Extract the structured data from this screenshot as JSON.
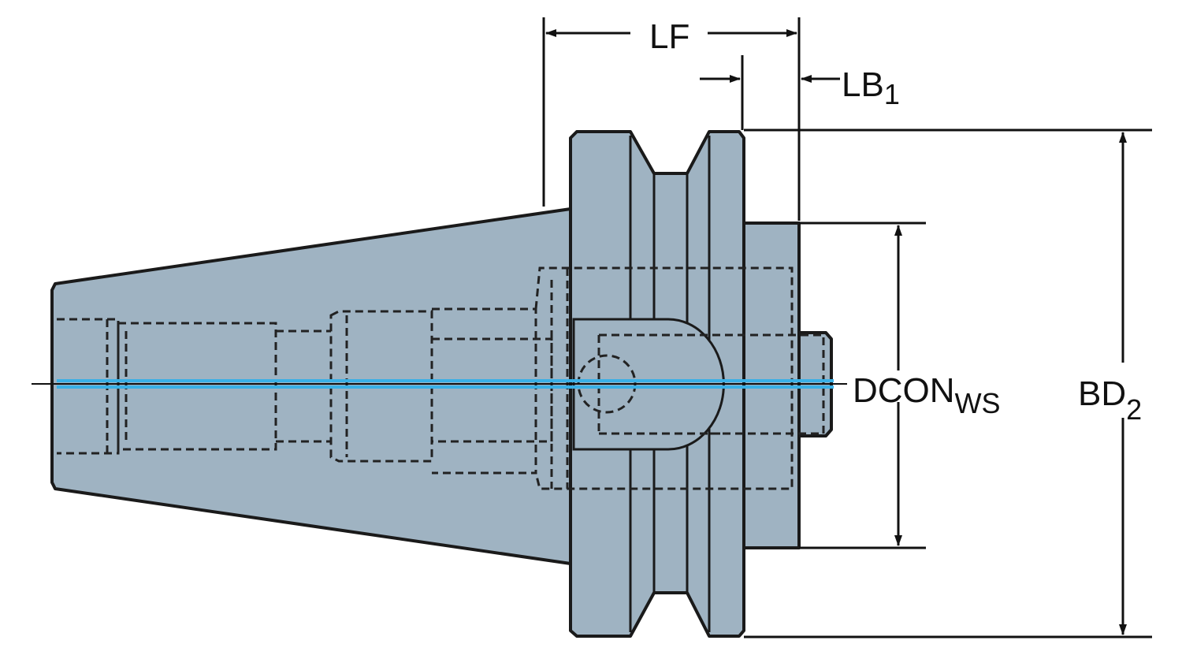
{
  "diagram": {
    "colors": {
      "body_fill": "#9fb3c2",
      "outline": "#1a1a1a",
      "hidden_line": "#222222",
      "centerline": "#3ab0e6",
      "dimension_line": "#111111",
      "background": "#ffffff"
    },
    "labels": {
      "lf": {
        "main": "LF"
      },
      "lb1": {
        "main": "LB",
        "sub": "1"
      },
      "dcon_ws": {
        "main": "DCON",
        "sub": "WS"
      },
      "bd2": {
        "main": "BD",
        "sub": "2"
      }
    }
  }
}
